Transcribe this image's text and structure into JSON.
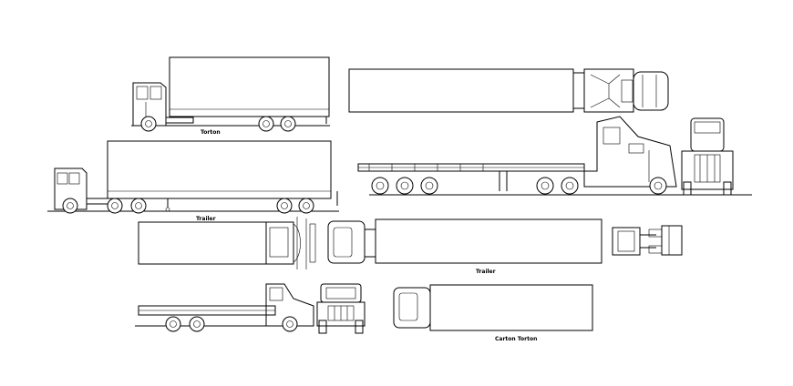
{
  "labels": {
    "torton": "Torton",
    "trailer_side": "Trailer",
    "trailer_top": "Trailer",
    "carton_torton": "Carton Torton"
  }
}
